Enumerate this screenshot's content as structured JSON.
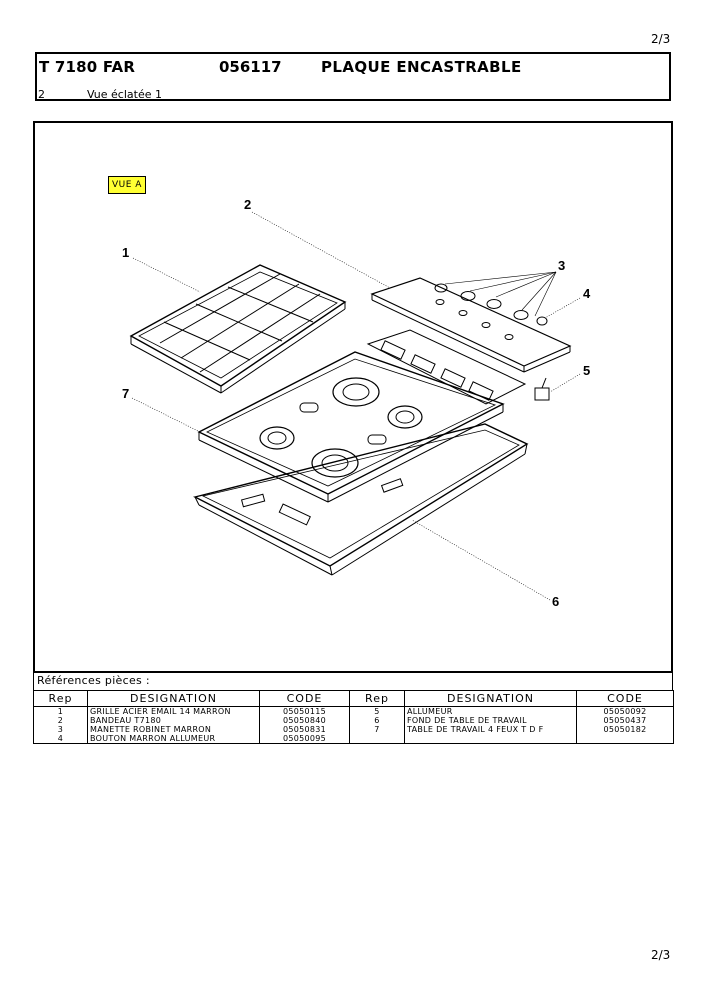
{
  "page": {
    "number": "2/3"
  },
  "header": {
    "model": "T 7180 FAR",
    "code": "056117",
    "description": "PLAQUE ENCASTRABLE",
    "view_number": "2",
    "view_title": "Vue éclatée 1"
  },
  "drawing": {
    "view_label": "VUE A",
    "callouts": [
      "1",
      "2",
      "3",
      "4",
      "5",
      "6",
      "7"
    ]
  },
  "parts": {
    "title": "Références pièces  :",
    "headers": [
      "Rep",
      "DESIGNATION",
      "CODE",
      "Rep",
      "DESIGNATION",
      "CODE"
    ],
    "rows": [
      [
        "1",
        "GRILLE ACIER EMAIL 14 MARRON",
        "05050115",
        "5",
        "ALLUMEUR",
        "05050092"
      ],
      [
        "2",
        "BANDEAU T7180",
        "05050840",
        "6",
        "FOND DE TABLE DE TRAVAIL",
        "05050437"
      ],
      [
        "3",
        "MANETTE  ROBINET MARRON",
        "05050831",
        "7",
        "TABLE DE TRAVAIL  4 FEUX T D F",
        "05050182"
      ],
      [
        "4",
        "BOUTON MARRON  ALLUMEUR",
        "05050095",
        "",
        "",
        ""
      ]
    ]
  }
}
